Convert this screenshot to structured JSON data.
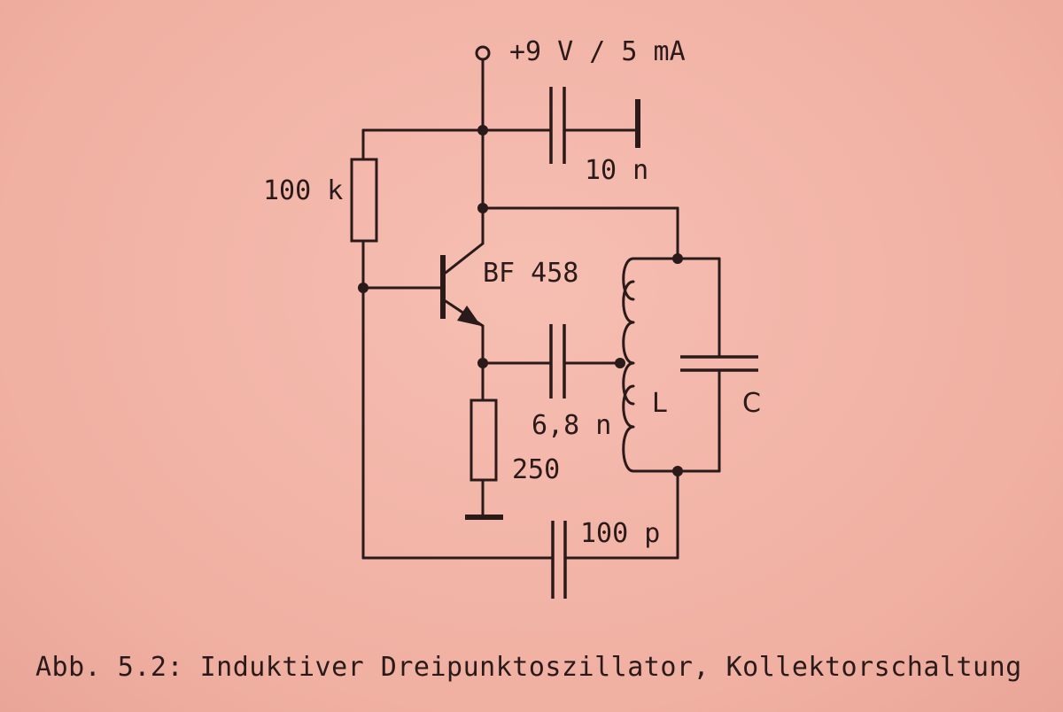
{
  "labels": {
    "supply": "+9 V / 5 mA",
    "c_bypass": "10 n",
    "r_bias": "100 k",
    "transistor": "BF 458",
    "c_coupling": "6,8 n",
    "r_emitter": "250",
    "c_feedback": "100 p",
    "inductor": "L",
    "capacitor": "C"
  },
  "caption": "Abb. 5.2: Induktiver Dreipunktoszillator, Kollektorschaltung",
  "colors": {
    "ink": "#2a1a1a",
    "paper": "#f2b3a6"
  }
}
